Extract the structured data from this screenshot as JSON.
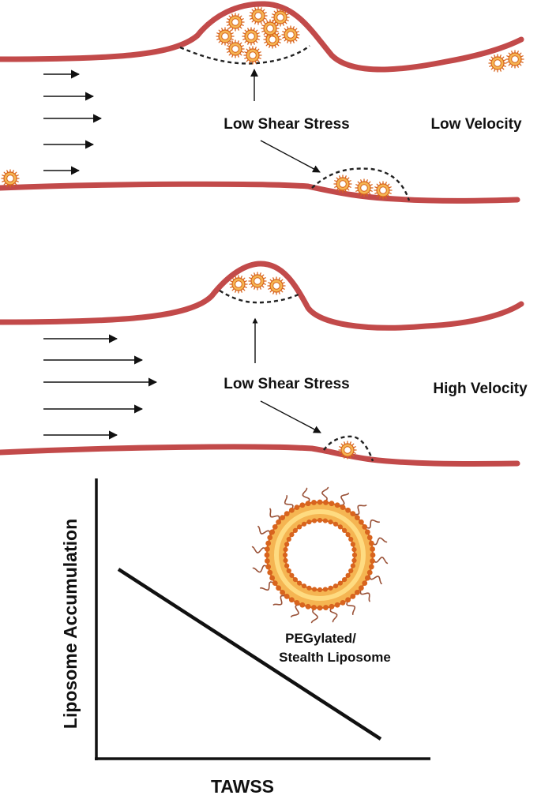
{
  "colors": {
    "vessel_wall": "#c24a4a",
    "liposome_fill": "#f5b552",
    "liposome_head": "#d8641e",
    "liposome_light": "#ffe28a",
    "peg_chain": "#9a5238",
    "ink": "#111111"
  },
  "panels": {
    "low": {
      "shear_label": "Low Shear Stress",
      "velocity_label": "Low Velocity"
    },
    "high": {
      "shear_label": "Low Shear Stress",
      "velocity_label": "High Velocity"
    }
  },
  "plot": {
    "ylabel": "Liposome Accumulation",
    "xlabel": "TAWSS",
    "trend": "decreasing"
  },
  "liposome_caption": {
    "line1": "PEGylated/",
    "line2": "Stealth Liposome"
  },
  "icons": {
    "liposome": "liposome-icon",
    "flow": "flow-arrow-icon",
    "pointer": "pointer-arrow-icon"
  }
}
